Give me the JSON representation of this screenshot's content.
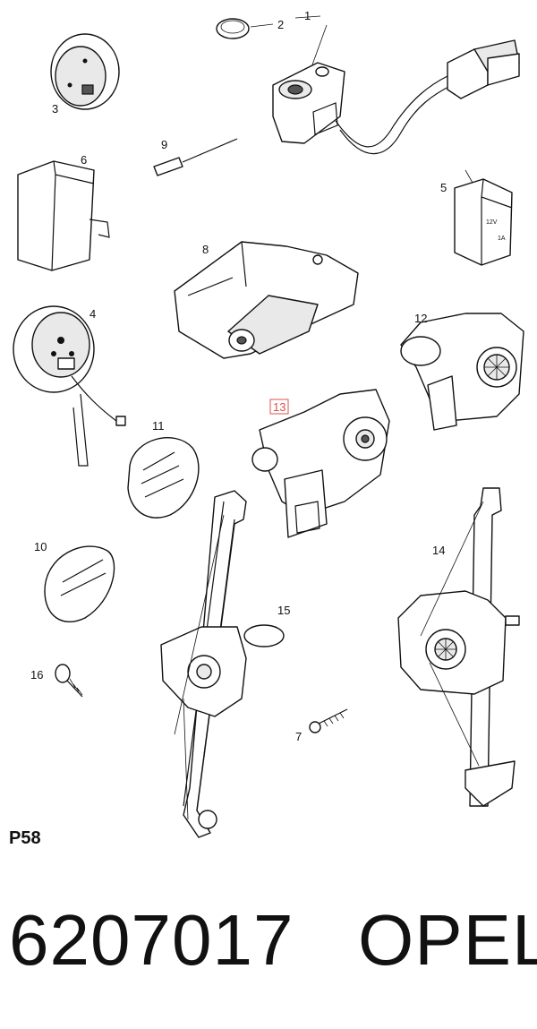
{
  "callouts": {
    "c1": "1",
    "c2": "2",
    "c3": "3",
    "c4": "4",
    "c5": "5",
    "c6": "6",
    "c7": "7",
    "c8": "8",
    "c9": "9",
    "c10": "10",
    "c11": "11",
    "c12": "12",
    "c13": "13",
    "c14": "14",
    "c15": "15",
    "c16": "16"
  },
  "relay_label": {
    "line1": "12V",
    "line2": "1A"
  },
  "page_code": "P58",
  "part_number": "6207017",
  "brand": "OPEL",
  "highlight_color": "#d9534f"
}
